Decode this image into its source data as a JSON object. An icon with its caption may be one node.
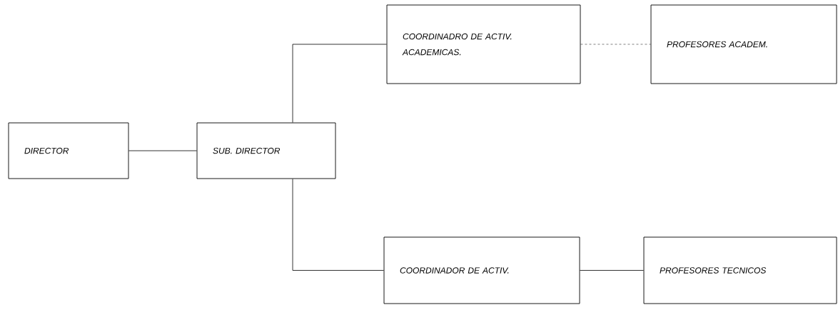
{
  "diagram": {
    "nodes": [
      {
        "text": [
          "DIRECTOR"
        ]
      },
      {
        "text": [
          "SUB. DIRECTOR"
        ]
      },
      {
        "text": [
          "COORDINADRO DE ACTIV. ACADEMICAS."
        ]
      },
      {
        "text": [
          "PROFESORES ACADEM."
        ]
      },
      {
        "text": [
          "COORDINADOR DE ACTIV."
        ]
      },
      {
        "text": [
          "PROFESORES TECNICOS"
        ]
      }
    ],
    "edges": [
      {
        "from": 0,
        "to": 1,
        "arrow": "none"
      },
      {
        "from": 1,
        "to": 2,
        "arrow": "none"
      },
      {
        "from": 2,
        "to": 3,
        "arrow": "none",
        "style": "dashed"
      },
      {
        "from": 1,
        "to": 4,
        "arrow": "none"
      },
      {
        "from": 4,
        "to": 5,
        "arrow": "none"
      }
    ]
  }
}
